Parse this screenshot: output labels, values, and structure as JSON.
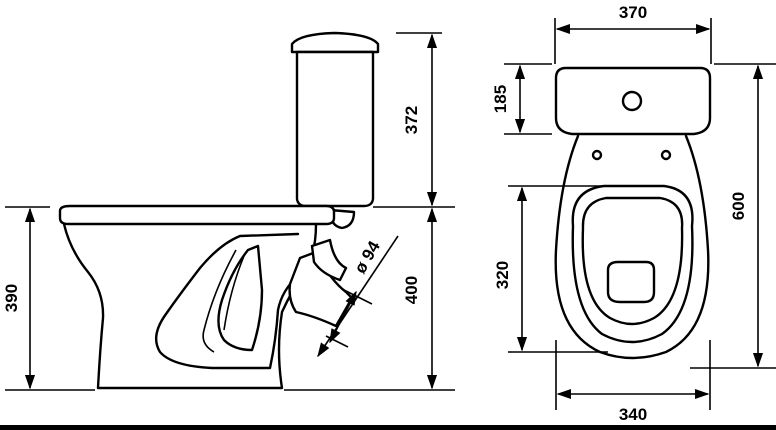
{
  "dimensions": {
    "side_total_height": "390",
    "tank_height": "372",
    "bowl_height": "400",
    "outlet_diameter": "ø 94",
    "top_width": "370",
    "tank_depth": "185",
    "seat_depth": "320",
    "total_length": "600",
    "base_width": "340"
  },
  "colors": {
    "line": "#000000",
    "background": "#ffffff",
    "border": "#000000"
  }
}
